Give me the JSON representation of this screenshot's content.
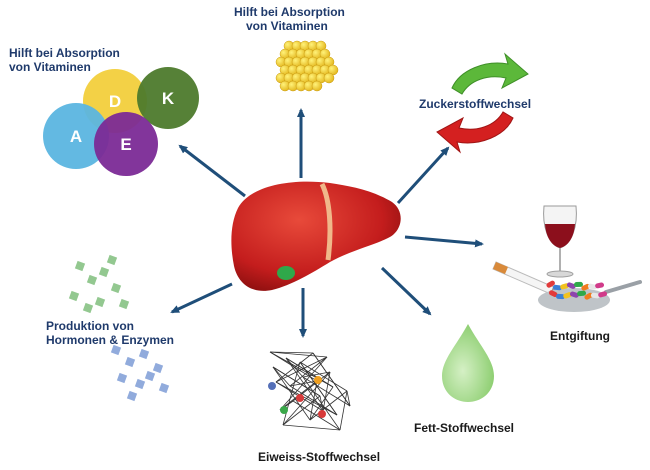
{
  "labels": {
    "absorption_top_line1": "Hilft bei Absorption",
    "absorption_top_line2": "von Vitaminen",
    "absorption_left_line1": "Hilft bei Absorption",
    "absorption_left_line2": "von Vitaminen",
    "sugar": "Zuckerstoffwechsel",
    "detox": "Entgiftung",
    "hormones_line1": "Produktion von",
    "hormones_line2": "Hormonen & Enzymen",
    "protein": "Eiweiss-Stoffwechsel",
    "fat": "Fett-Stoffwechsel"
  },
  "vitamins": [
    {
      "letter": "A",
      "color": "#5bb5e0"
    },
    {
      "letter": "D",
      "color": "#f2cf3c"
    },
    {
      "letter": "K",
      "color": "#4d7a2c"
    },
    {
      "letter": "E",
      "color": "#7b2a96"
    }
  ],
  "colors": {
    "arrow": "#1f4e79",
    "liver": "#c81e1e",
    "sugar_green": "#5cb83a",
    "sugar_red": "#d42020",
    "fat_drop": "#a8dc90"
  }
}
